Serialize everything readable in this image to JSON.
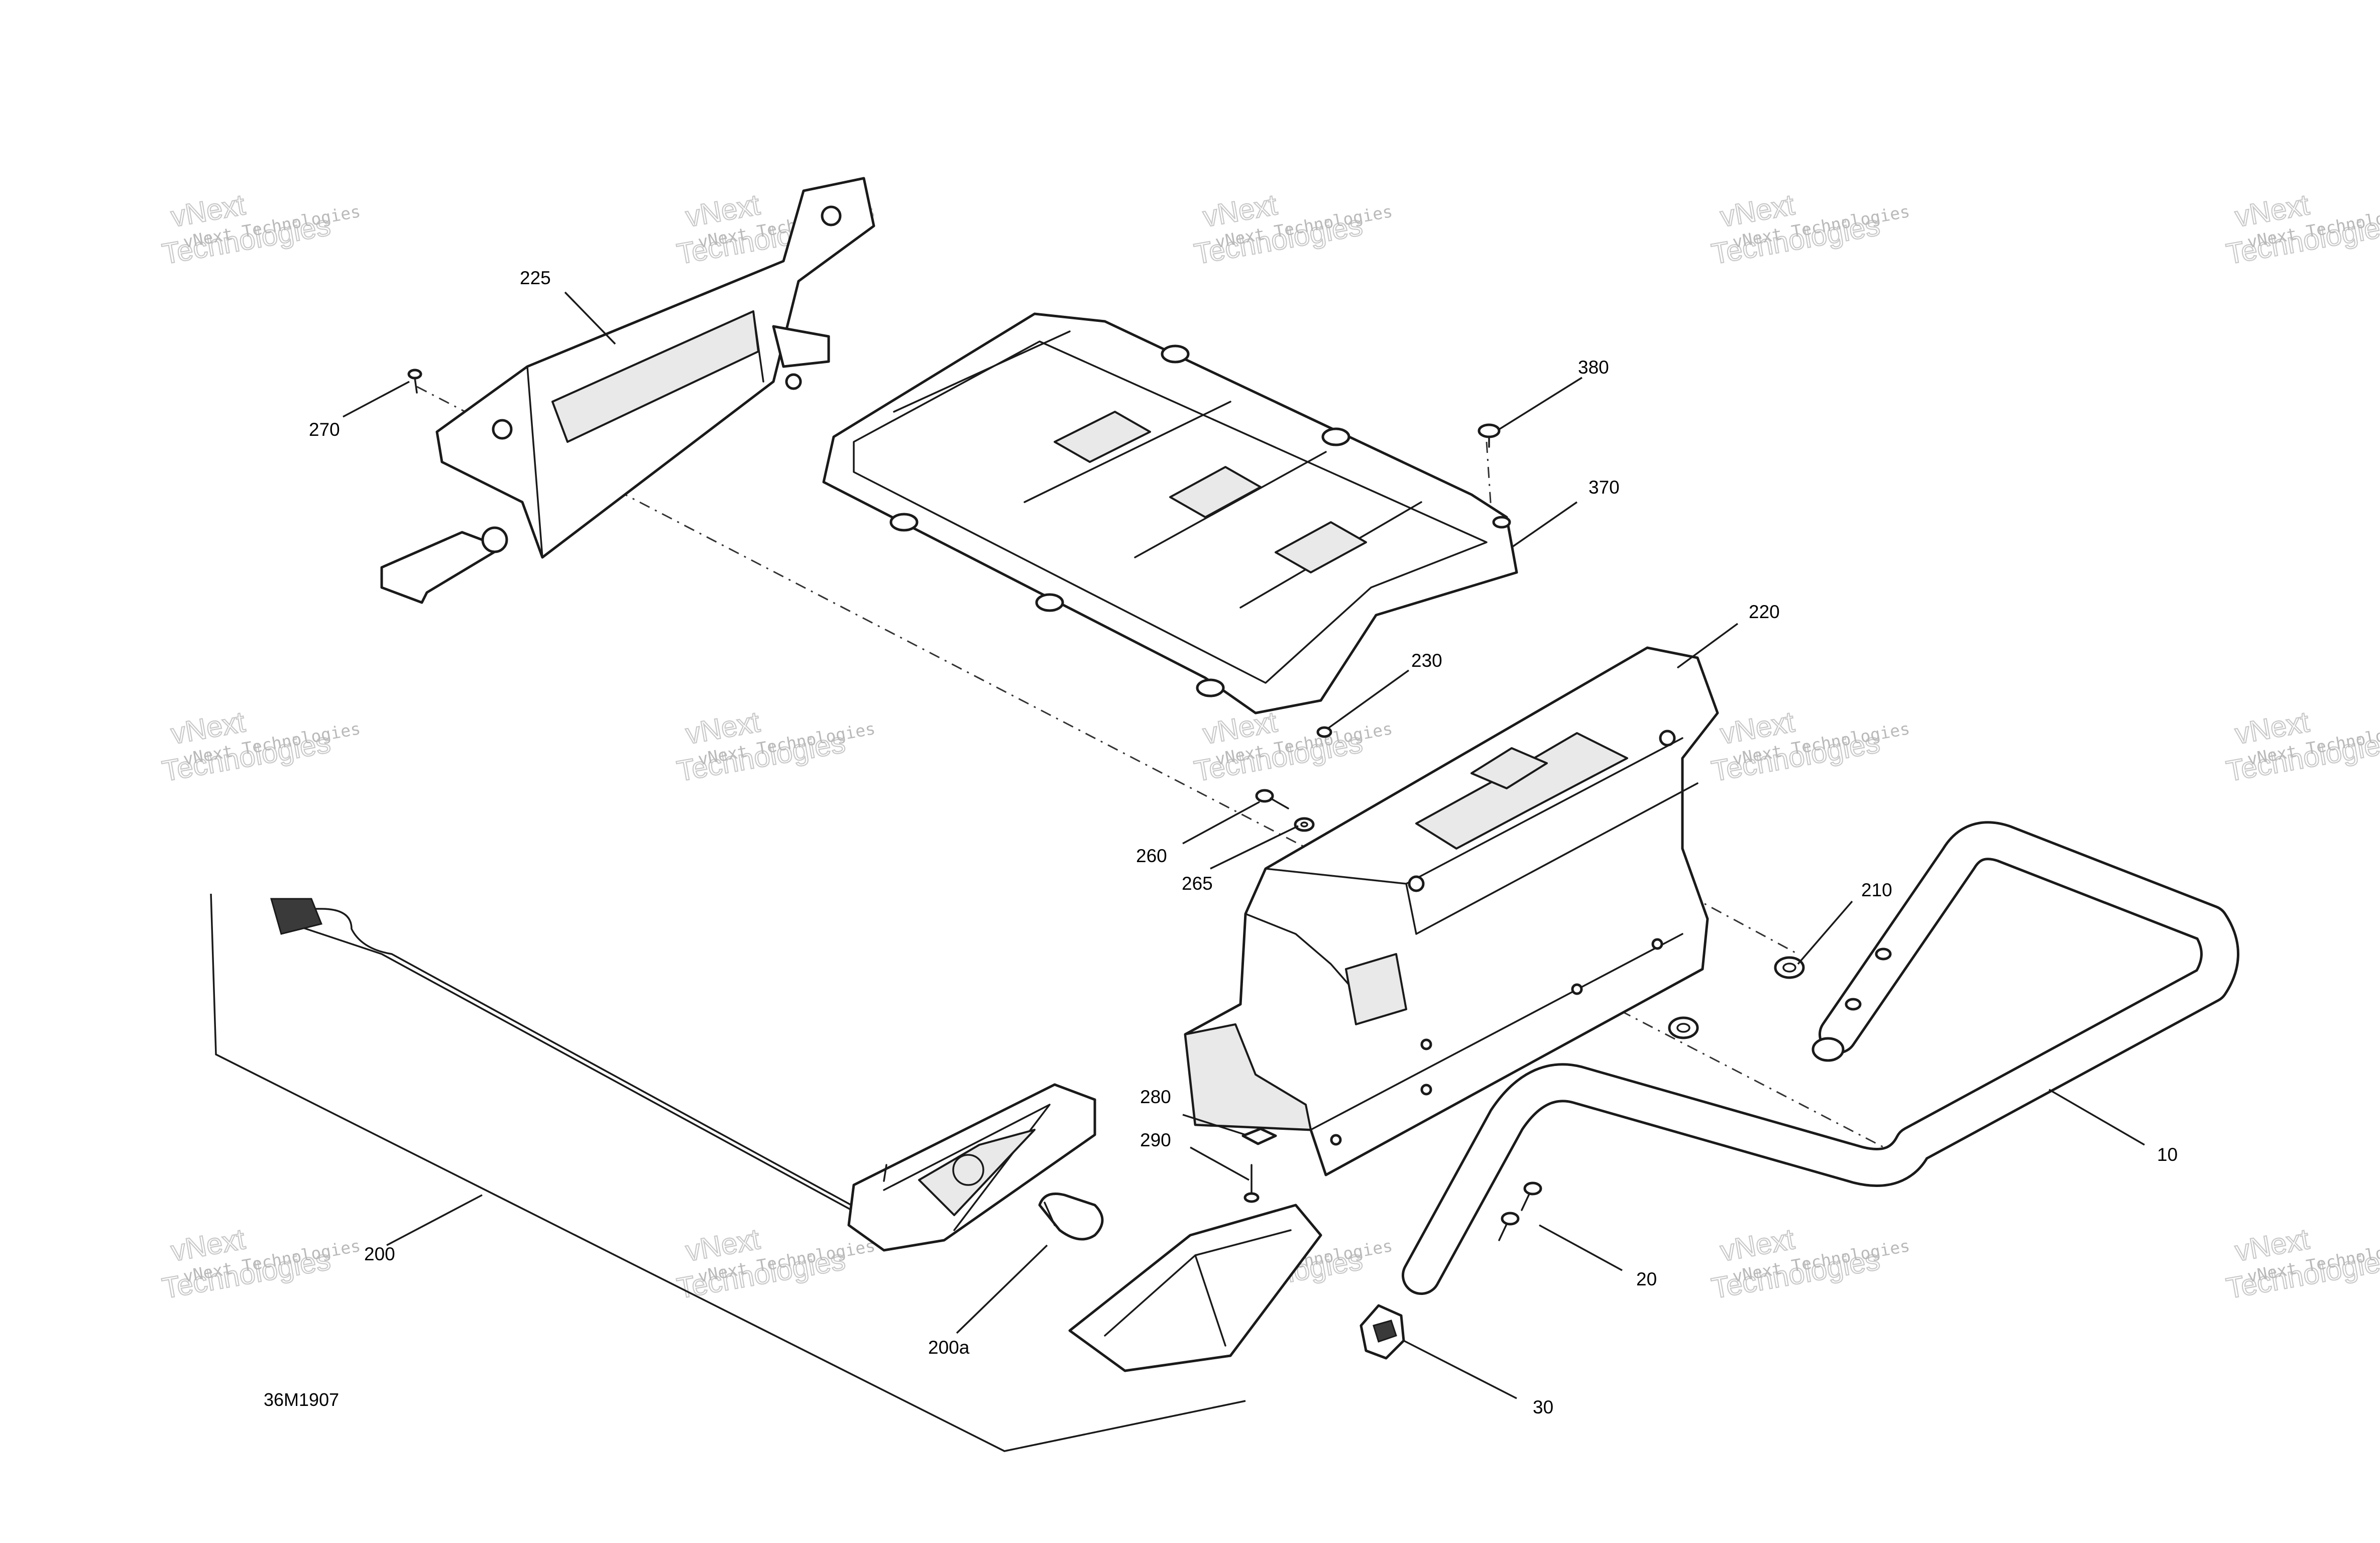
{
  "diagram": {
    "reference_code": "36M1907",
    "callouts": [
      {
        "id": "c10",
        "label": "10"
      },
      {
        "id": "c20",
        "label": "20"
      },
      {
        "id": "c30",
        "label": "30"
      },
      {
        "id": "c200",
        "label": "200"
      },
      {
        "id": "c200a",
        "label": "200a"
      },
      {
        "id": "c210",
        "label": "210"
      },
      {
        "id": "c220",
        "label": "220"
      },
      {
        "id": "c225",
        "label": "225"
      },
      {
        "id": "c230",
        "label": "230"
      },
      {
        "id": "c260",
        "label": "260"
      },
      {
        "id": "c265",
        "label": "265"
      },
      {
        "id": "c270",
        "label": "270"
      },
      {
        "id": "c280",
        "label": "280"
      },
      {
        "id": "c290",
        "label": "290"
      },
      {
        "id": "c370",
        "label": "370"
      },
      {
        "id": "c380",
        "label": "380"
      }
    ],
    "watermark": {
      "line1": "vNext Technologies",
      "line2": "vNext",
      "line3": "Technologies"
    }
  }
}
